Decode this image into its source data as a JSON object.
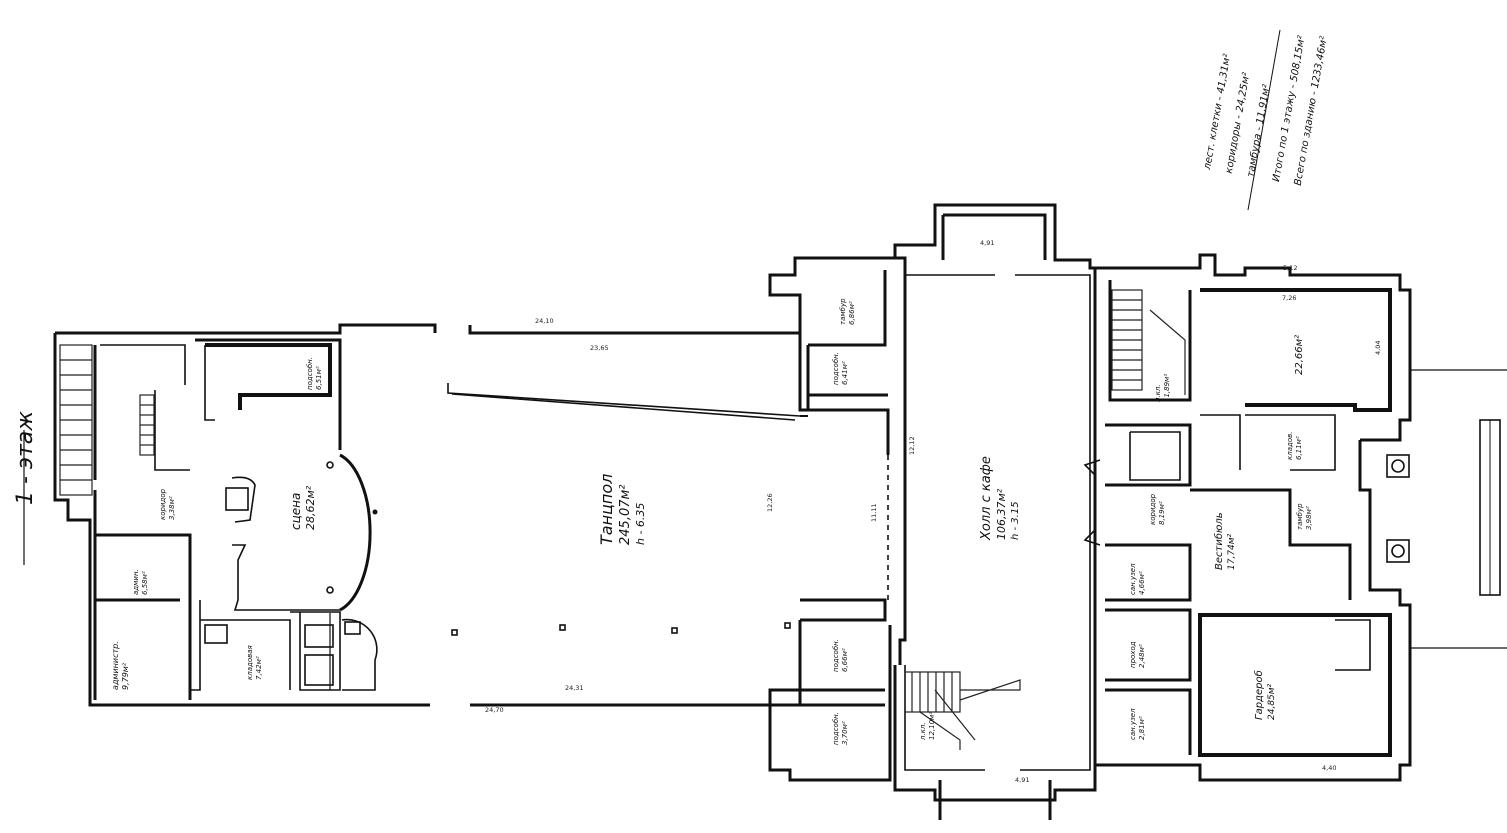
{
  "floor": {
    "title": "1 - этаж"
  },
  "rooms": {
    "dance": {
      "name": "Танцпол",
      "area": "245,07м²",
      "height": "h - 6.35"
    },
    "stage": {
      "name": "сцена",
      "area": "28,62м²"
    },
    "hall": {
      "name": "Холл с кафе",
      "area": "106,37м²",
      "height": "h - 3.15"
    },
    "vestibule": {
      "name": "Вестибюль",
      "area": "17,74м²"
    },
    "wardrobe": {
      "name": "Гардероб",
      "area": "24,85м²"
    },
    "room_ne": {
      "name": "",
      "area": "22,66м²"
    },
    "admin_left": {
      "name": "администр.",
      "area": "9,79м²"
    },
    "admin_small": {
      "name": "админ.",
      "area": "6,58м²"
    },
    "storage": {
      "name": "кладовая",
      "area": "7,42м²"
    },
    "backstage": {
      "name": "подсобн.",
      "area": "6,51м²"
    },
    "corridor_w": {
      "name": "коридор",
      "area": "3,38м²"
    },
    "corridor_e": {
      "name": "коридор",
      "area": "8,19м²"
    },
    "tambour_n": {
      "name": "тамбур",
      "area": "6,86м²"
    },
    "util_n": {
      "name": "подсобн.",
      "area": "6,41м²"
    },
    "util_s1": {
      "name": "подсобн.",
      "area": "6,66м²"
    },
    "util_s2": {
      "name": "подсобн.",
      "area": "3,70м²"
    },
    "stair_n": {
      "name": "л.кл.",
      "area": "11,89м²"
    },
    "stair_s": {
      "name": "л.кл.",
      "area": "12,10м²"
    },
    "san1": {
      "name": "сан.узел",
      "area": "4,66м²"
    },
    "san2": {
      "name": "сан.узел",
      "area": "2,81м²"
    },
    "pass": {
      "name": "проход",
      "area": "2,48м²"
    },
    "closet": {
      "name": "кладов.",
      "area": "6,11м²"
    },
    "tambour_s": {
      "name": "тамбур",
      "area": "3,98м²"
    }
  },
  "summary": [
    "лест. клетки - 41,31м²",
    "коридоры - 24,25м²",
    "тамбура - 11,91м²",
    "Итого по 1 этажу - 508,15м²",
    "Всего по зданию - 1233,46м²"
  ],
  "dimensions": {
    "top_dance": "23,65",
    "top_dance2": "24,10",
    "bottom_dance": "24,31",
    "bottom_dance2": "24,70",
    "width_dance": "12,26",
    "width_dance2": "11,11",
    "hall_width": "12,12",
    "entrance_n": "4,91",
    "entrance_s": "4,91",
    "east_n": "5,12",
    "east_s": "4,40",
    "ne_width": "7,26",
    "ne_depth": "4,04"
  }
}
